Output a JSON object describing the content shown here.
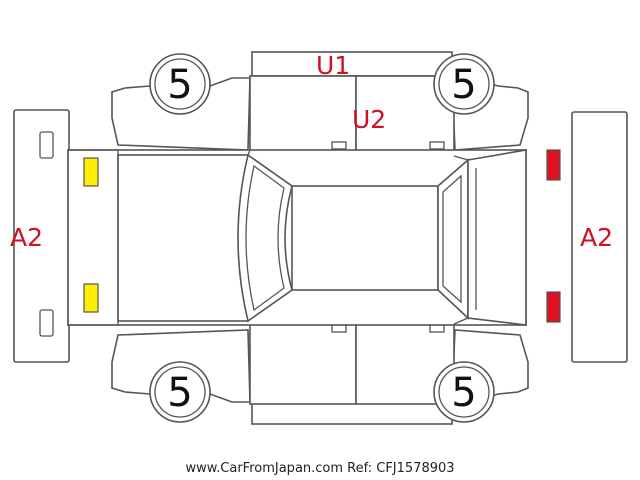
{
  "diagram": {
    "damage_codes": {
      "u1": "U1",
      "u2": "U2",
      "a2_left": "A2",
      "a2_right": "A2"
    },
    "tire_labels": {
      "front_left": "5",
      "front_right": "5",
      "rear_left": "5",
      "rear_right": "5"
    },
    "footer": "www.CarFromJapan.com Ref: CFJ1578903",
    "colors": {
      "code_text": "#cc1122",
      "outline": "#555555",
      "headlight": "#ffee00",
      "taillight": "#dd1122"
    }
  }
}
